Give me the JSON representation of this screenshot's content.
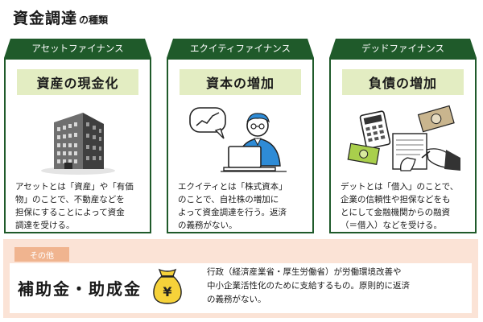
{
  "page_title": {
    "main": "資金調達",
    "sub": "の種類"
  },
  "cards": [
    {
      "tab": "アセットファイナンス",
      "subtitle": "資産の現金化",
      "icon": "office-building-icon",
      "desc": "アセットとは「資産」や「有価\n物」のことで、不動産などを\n担保にすることによって資金\n調達を受ける。"
    },
    {
      "tab": "エクイティファイナンス",
      "subtitle": "資本の増加",
      "icon": "businessman-laptop-icon",
      "desc": "エクイティとは「株式資本」\nのことで、自社株の増加に\nよって資金調達を行う。返済\nの義務がない。"
    },
    {
      "tab": "デッドファイナンス",
      "subtitle": "負債の増加",
      "icon": "calculator-money-icon",
      "desc": "デットとは「借入」のことで、\n企業の信頼性や担保などをも\nとにして金融機関からの融資\n（＝借入）などを受ける。"
    }
  ],
  "other": {
    "tag": "その他",
    "title": "補助金・助成金",
    "icon": "yen-money-bag-icon",
    "desc": "行政（経済産業省・厚生労働省）が労働環境改善や\n中小企業活性化のために支給するもの。原則的に返済\nの義務がない。"
  },
  "colors": {
    "tab_green": "#1f5a2a",
    "subtitle_bg": "#e3edc2",
    "other_bg": "#fbe3d6",
    "other_tag": "#f0b48f",
    "bag_yellow": "#f6d23a"
  }
}
